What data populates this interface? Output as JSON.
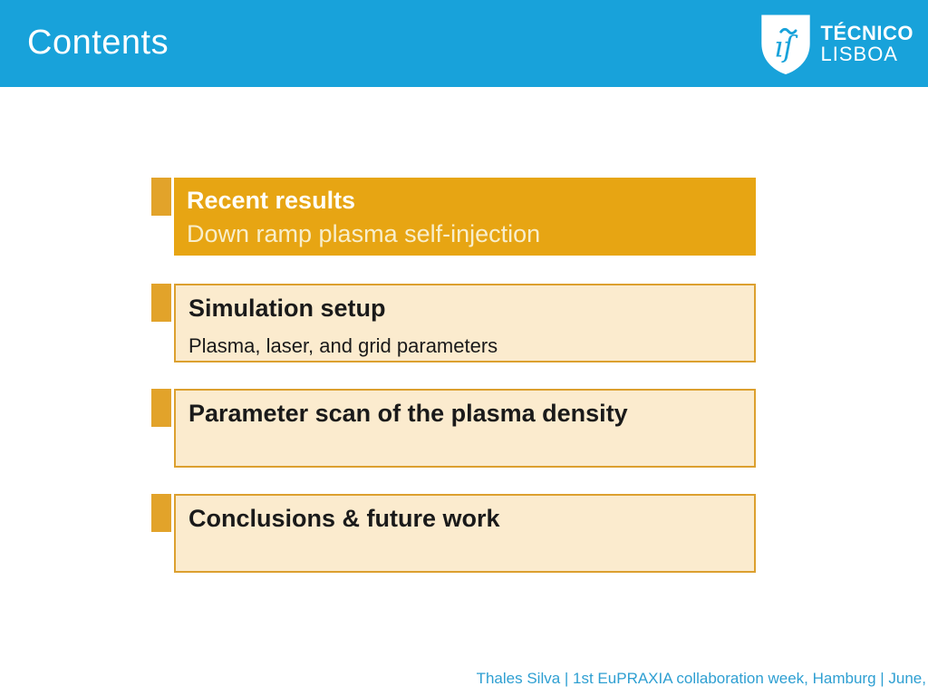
{
  "slide": {
    "title": "Contents",
    "footer": "Thales Silva | 1st EuPRAXIA collaboration week, Hamburg | June,"
  },
  "logo": {
    "shield_icon": "ist-shield-icon",
    "institution_line1": "TÉCNICO",
    "institution_line2": "LISBOA"
  },
  "toc": {
    "items": [
      {
        "title": "Recent results",
        "subtitle": "Down ramp plasma self-injection",
        "highlighted": true
      },
      {
        "title": "Simulation setup",
        "subtitle": "Plasma, laser, and grid parameters",
        "highlighted": false
      },
      {
        "title": "Parameter scan of the plasma density",
        "subtitle": "",
        "highlighted": false
      },
      {
        "title": "Conclusions & future work",
        "subtitle": "",
        "highlighted": false
      }
    ]
  },
  "colors": {
    "header_blue": "#18A2DA",
    "accent_orange": "#E2A32A",
    "accent_orange_solid": "#E7A513",
    "box_cream": "#FBEBCE",
    "border_orange": "#DCA02F",
    "footer_blue": "#2E9FD2"
  }
}
